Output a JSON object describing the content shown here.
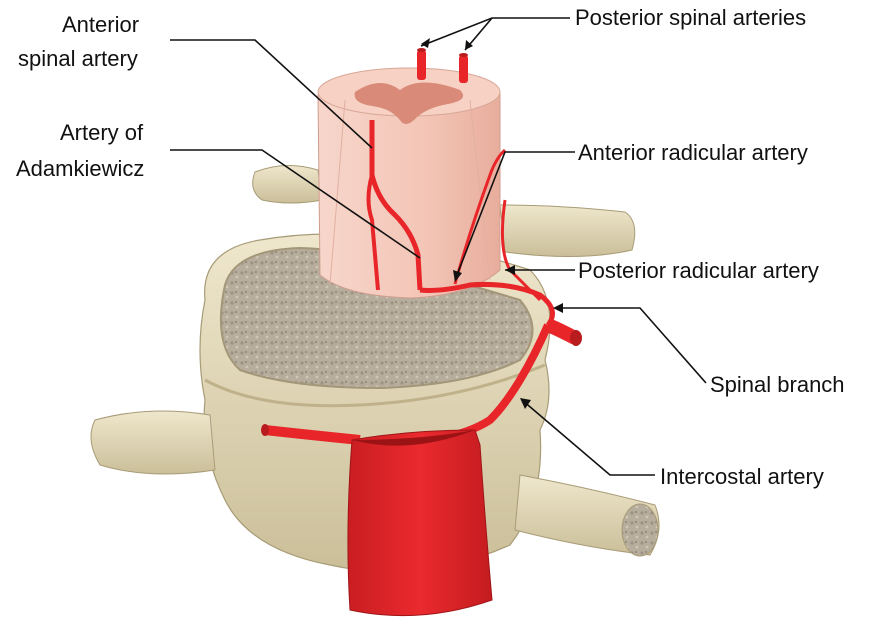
{
  "labels": {
    "anterior_spinal_artery_1": "Anterior",
    "anterior_spinal_artery_2": "spinal artery",
    "posterior_spinal_arteries": "Posterior spinal arteries",
    "artery_of_adamkiewicz_1": "Artery of",
    "artery_of_adamkiewicz_2": "Adamkiewicz",
    "anterior_radicular_artery": "Anterior radicular artery",
    "posterior_radicular_artery": "Posterior radicular artery",
    "spinal_branch": "Spinal branch",
    "intercostal_artery": "Intercostal artery"
  },
  "colors": {
    "artery": "#e8262a",
    "artery_dark": "#b81c1e",
    "bone": "#e6ddc0",
    "bone_shadow": "#b9ad88",
    "cord": "#f4c9bb",
    "grey_matter": "#d98a78",
    "disc": "#b7ad9c",
    "leader_line": "#111111"
  }
}
